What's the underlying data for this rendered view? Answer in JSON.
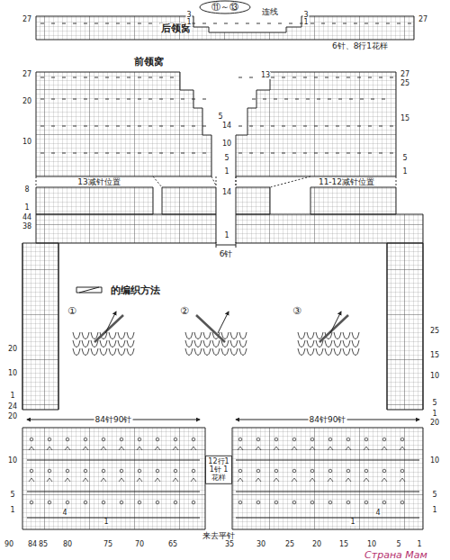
{
  "diagram": {
    "title": "⑪～⑬",
    "labels": [
      "后领窝",
      "连线",
      "3",
      "1",
      "3",
      "1",
      "27",
      "27",
      "6针、8行1花样",
      "前领窝",
      "27",
      "20",
      "10",
      "13",
      "5",
      "14",
      "10",
      "5",
      "1",
      "27",
      "25",
      "15",
      "5",
      "1",
      "13减针位置",
      "11-12减针位置",
      "8",
      "1",
      "44",
      "38",
      "14",
      "1",
      "6针",
      "的编织方法",
      "①",
      "②",
      "③",
      "20",
      "10",
      "1",
      "24",
      "20",
      "10",
      "5",
      "1",
      "25",
      "15",
      "10",
      "5",
      "1",
      "20",
      "10",
      "5",
      "1",
      "84针90针",
      "84针90针",
      "12行11针 1花样",
      "来去平针",
      "4",
      "1",
      "1",
      "4",
      "90",
      "84",
      "85",
      "80",
      "75",
      "70",
      "65",
      "35",
      "30",
      "25",
      "20",
      "15",
      "10",
      "5",
      "1",
      "Страна Мам"
    ]
  }
}
